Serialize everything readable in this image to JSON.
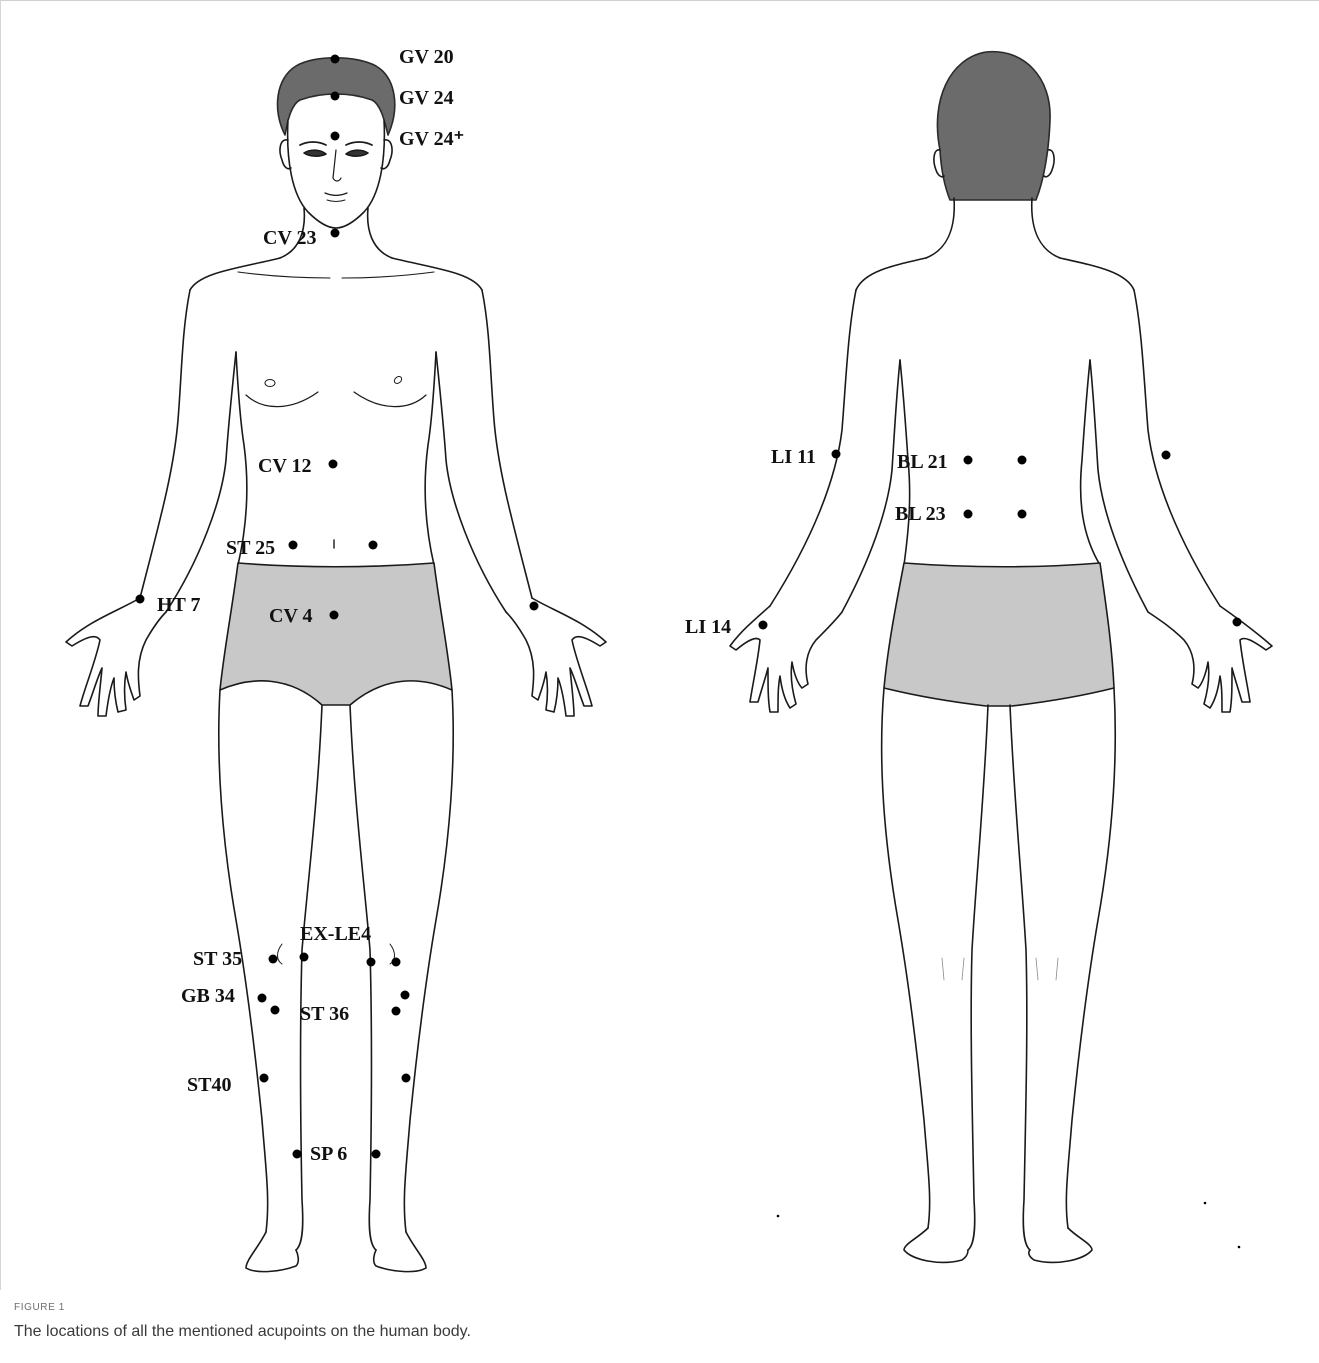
{
  "figure": {
    "label": "FIGURE 1",
    "caption": "The locations of all the mentioned acupoints on the human body."
  },
  "acupoints": {
    "gv20": "GV 20",
    "gv24": "GV 24",
    "gv24plus": "GV 24⁺",
    "cv23": "CV 23",
    "cv12": "CV 12",
    "st25": "ST 25",
    "ht7": "HT 7",
    "cv4": "CV 4",
    "exle4": "EX-LE4",
    "st35": "ST 35",
    "gb34": "GB 34",
    "st36": "ST 36",
    "st40": "ST40",
    "sp6": "SP 6",
    "li11": "LI 11",
    "bl21": "BL 21",
    "bl23": "BL 23",
    "li14": "LI 14"
  },
  "colors": {
    "hair": "#6b6b6b",
    "shorts": "#c8c8c8",
    "outline": "#1a1a1a",
    "point": "#000000"
  }
}
